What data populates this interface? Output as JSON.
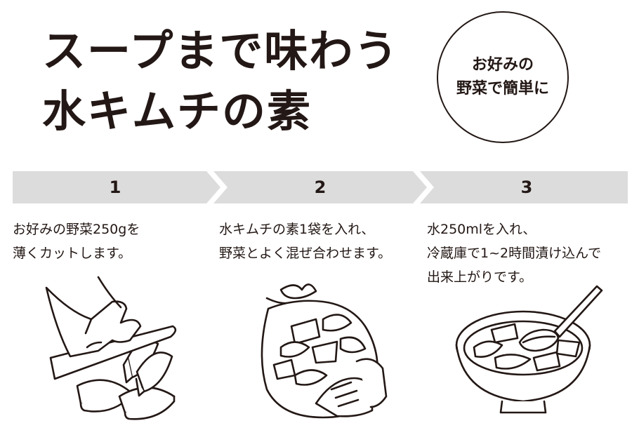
{
  "title": {
    "line1": "スープまで味わう",
    "line2": "水キムチの素"
  },
  "badge": {
    "line1": "お好みの",
    "line2": "野菜で簡単に"
  },
  "steps": [
    {
      "number": "1",
      "lines": [
        "お好みの野菜250gを",
        "薄くカットします。"
      ]
    },
    {
      "number": "2",
      "lines": [
        "水キムチの素1袋を入れ、",
        "野菜とよく混ぜ合わせます。"
      ]
    },
    {
      "number": "3",
      "lines": [
        "水250mlを入れ、",
        "冷蔵庫で1~2時間漬け込んで",
        "出来上がりです。"
      ]
    }
  ],
  "colors": {
    "ink": "#231815",
    "bar": "#dcdcdc"
  }
}
